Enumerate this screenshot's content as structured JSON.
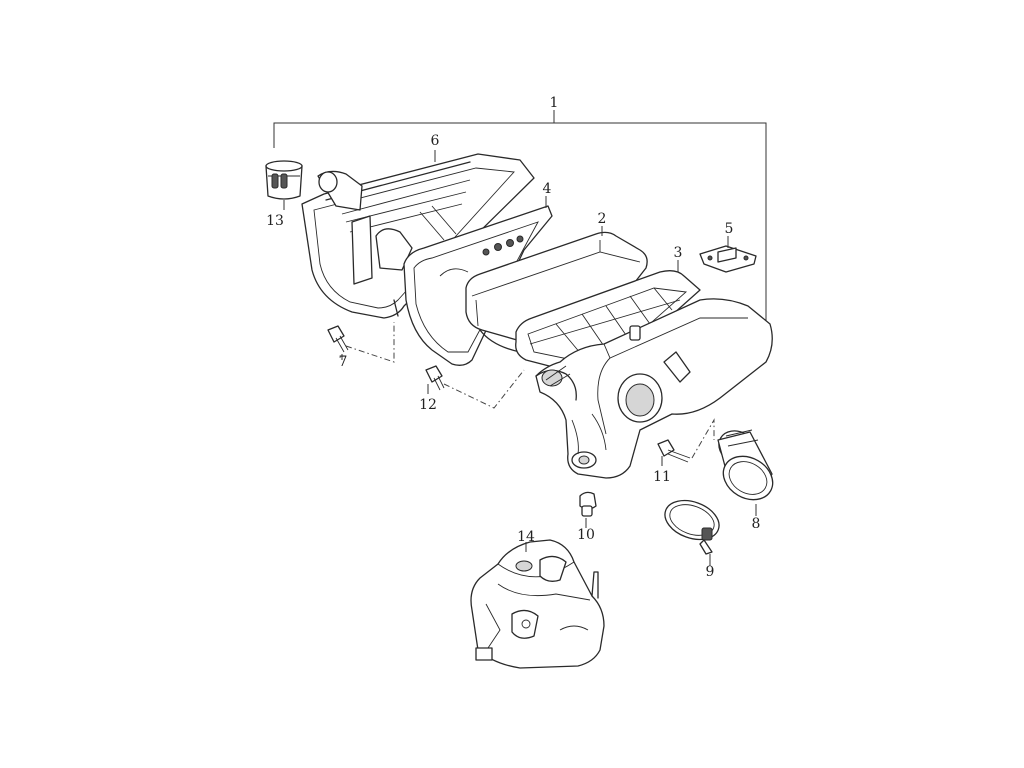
{
  "parts": [
    {
      "id": "p1",
      "number": "1"
    },
    {
      "id": "p2",
      "number": "2"
    },
    {
      "id": "p3",
      "number": "3"
    },
    {
      "id": "p4",
      "number": "4"
    },
    {
      "id": "p5",
      "number": "5"
    },
    {
      "id": "p6",
      "number": "6"
    },
    {
      "id": "p7",
      "number": "7"
    },
    {
      "id": "p8",
      "number": "8"
    },
    {
      "id": "p9",
      "number": "9"
    },
    {
      "id": "p10",
      "number": "10"
    },
    {
      "id": "p11",
      "number": "11"
    },
    {
      "id": "p12",
      "number": "12"
    },
    {
      "id": "p13",
      "number": "13"
    },
    {
      "id": "p14",
      "number": "14"
    }
  ],
  "colors": {
    "line": "#2a2a2a",
    "background": "#ffffff",
    "shade": "#d6d6d6"
  }
}
